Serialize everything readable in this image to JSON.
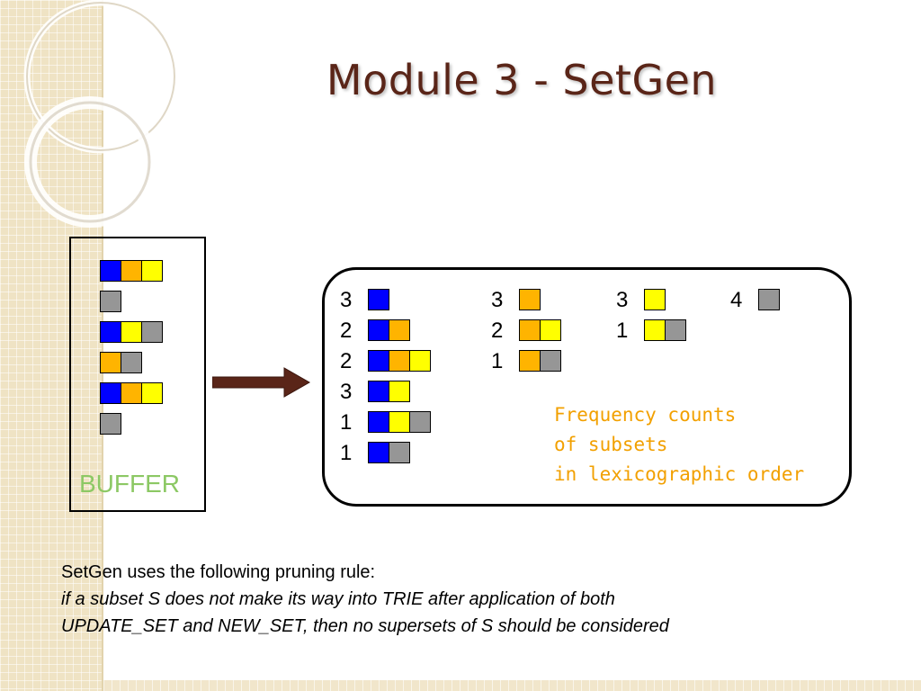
{
  "slide": {
    "title": "Module 3 - SetGen"
  },
  "buffer": {
    "label": "BUFFER",
    "rows": [
      [
        "blue",
        "orange",
        "yellow"
      ],
      [
        "gray"
      ],
      [
        "blue",
        "yellow",
        "gray"
      ],
      [
        "orange",
        "gray"
      ],
      [
        "blue",
        "orange",
        "yellow"
      ],
      [
        "gray"
      ]
    ]
  },
  "trie": {
    "columns": [
      [
        {
          "count": "3",
          "items": [
            "blue"
          ]
        },
        {
          "count": "2",
          "items": [
            "blue",
            "orange"
          ]
        },
        {
          "count": "2",
          "items": [
            "blue",
            "orange",
            "yellow"
          ]
        },
        {
          "count": "3",
          "items": [
            "blue",
            "yellow"
          ]
        },
        {
          "count": "1",
          "items": [
            "blue",
            "yellow",
            "gray"
          ]
        },
        {
          "count": "1",
          "items": [
            "blue",
            "gray"
          ]
        }
      ],
      [
        {
          "count": "3",
          "items": [
            "orange"
          ]
        },
        {
          "count": "2",
          "items": [
            "orange",
            "yellow"
          ]
        },
        {
          "count": "1",
          "items": [
            "orange",
            "gray"
          ]
        }
      ],
      [
        {
          "count": "3",
          "items": [
            "yellow"
          ]
        },
        {
          "count": "1",
          "items": [
            "yellow",
            "gray"
          ]
        }
      ],
      [
        {
          "count": "4",
          "items": [
            "gray"
          ]
        }
      ]
    ],
    "note": [
      "Frequency counts",
      "of subsets",
      "in lexicographic order"
    ]
  },
  "caption": {
    "line1": "SetGen uses the following pruning rule:",
    "line2": "if a subset S does not make its way into TRIE after application of both",
    "line3": "UPDATE_SET and NEW_SET, then no supersets of S should be considered"
  },
  "colors": {
    "blue": "#0000ff",
    "orange": "#ffb400",
    "yellow": "#ffff00",
    "gray": "#969696",
    "title": "#5a2518",
    "arrow": "#5a2518",
    "buffer_label": "#8cc864",
    "note": "#f2a000"
  }
}
